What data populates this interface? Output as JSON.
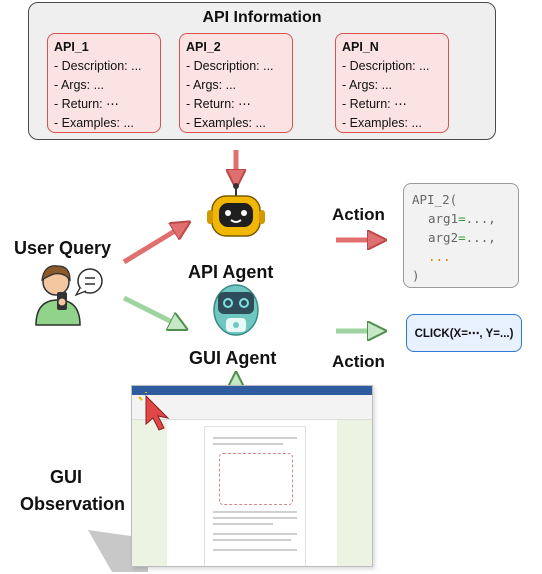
{
  "api_panel": {
    "title": "API Information",
    "cards": [
      {
        "name": "API_1",
        "description": "- Description: ...",
        "args": "- Args: ...",
        "return": "- Return: ⋯",
        "examples": "- Examples: ..."
      },
      {
        "name": "API_2",
        "description": "- Description: ...",
        "args": "- Args: ...",
        "return": "- Return: ⋯",
        "examples": "- Examples: ..."
      },
      {
        "name": "API_N",
        "description": "- Description: ...",
        "args": "- Args: ...",
        "return": "- Return: ⋯",
        "examples": "- Examples: ..."
      }
    ]
  },
  "user_query_label": "User Query",
  "api_agent_label": "API Agent",
  "gui_agent_label": "GUI Agent",
  "action_top_label": "Action",
  "action_bottom_label": "Action",
  "code": {
    "line1": "API_2(",
    "arg1": "arg1",
    "arg2": "arg2",
    "eq": "=",
    "val": "...,",
    "dots": "...",
    "close": ")"
  },
  "click_action": "CLICK(X=⋯, Y=...)",
  "gui_observation_line1": "GUI",
  "gui_observation_line2": "Observation",
  "colors": {
    "api_arrow": "#e07070",
    "gui_arrow": "#9fd39f",
    "robot_yellow": "#f2b705",
    "robot_teal": "#6fc7c2"
  }
}
